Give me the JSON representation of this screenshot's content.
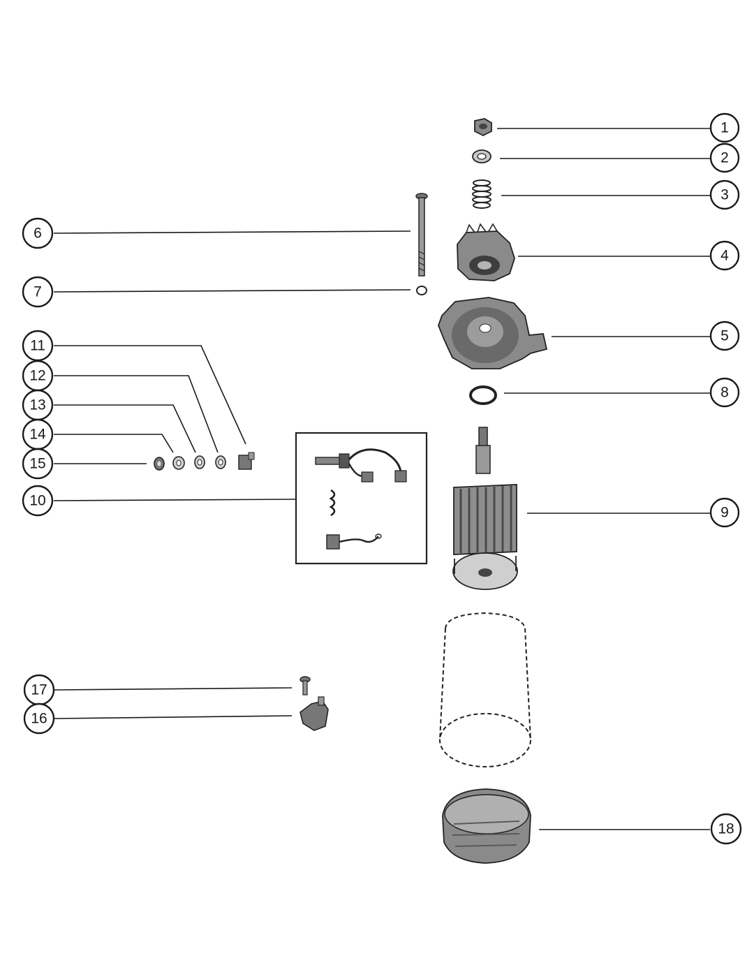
{
  "callouts": {
    "c1": "1",
    "c2": "2",
    "c3": "3",
    "c4": "4",
    "c5": "5",
    "c6": "6",
    "c7": "7",
    "c8": "8",
    "c9": "9",
    "c10": "10",
    "c11": "11",
    "c12": "12",
    "c13": "13",
    "c14": "14",
    "c15": "15",
    "c16": "16",
    "c17": "17",
    "c18": "18"
  },
  "colors": {
    "ink": "#1a1a1a",
    "background": "#ffffff",
    "shade": "#8a8a8a"
  }
}
